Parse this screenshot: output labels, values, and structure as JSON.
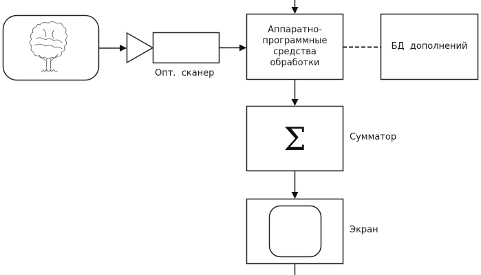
{
  "diagram": {
    "title": "",
    "nodes": {
      "source_image": {
        "icon": "tree-icon"
      },
      "amplifier": {
        "icon": "triangle-amplifier-icon"
      },
      "scanner": {
        "label": "Опт.  сканер"
      },
      "processing": {
        "label_lines": [
          "Аппаратно-",
          "программные",
          "средства",
          "обработки"
        ]
      },
      "database": {
        "label": "БД  дополнений"
      },
      "summator": {
        "symbol": "Σ",
        "label": "Сумматор"
      },
      "screen": {
        "label": "Экран",
        "icon": "screen-icon"
      }
    },
    "edges": [
      {
        "from": "source_image",
        "to": "amplifier",
        "style": "arrow"
      },
      {
        "from": "scanner",
        "to": "processing",
        "style": "arrow"
      },
      {
        "from": "external-top",
        "to": "processing",
        "style": "arrow"
      },
      {
        "from": "processing",
        "to": "database",
        "style": "dashed"
      },
      {
        "from": "processing",
        "to": "summator",
        "style": "arrow"
      },
      {
        "from": "summator",
        "to": "screen",
        "style": "arrow"
      },
      {
        "from": "screen",
        "to": "external-bottom",
        "style": "line"
      }
    ],
    "colors": {
      "stroke": "#222222",
      "tree_stroke": "#555555",
      "background": "#ffffff"
    }
  }
}
